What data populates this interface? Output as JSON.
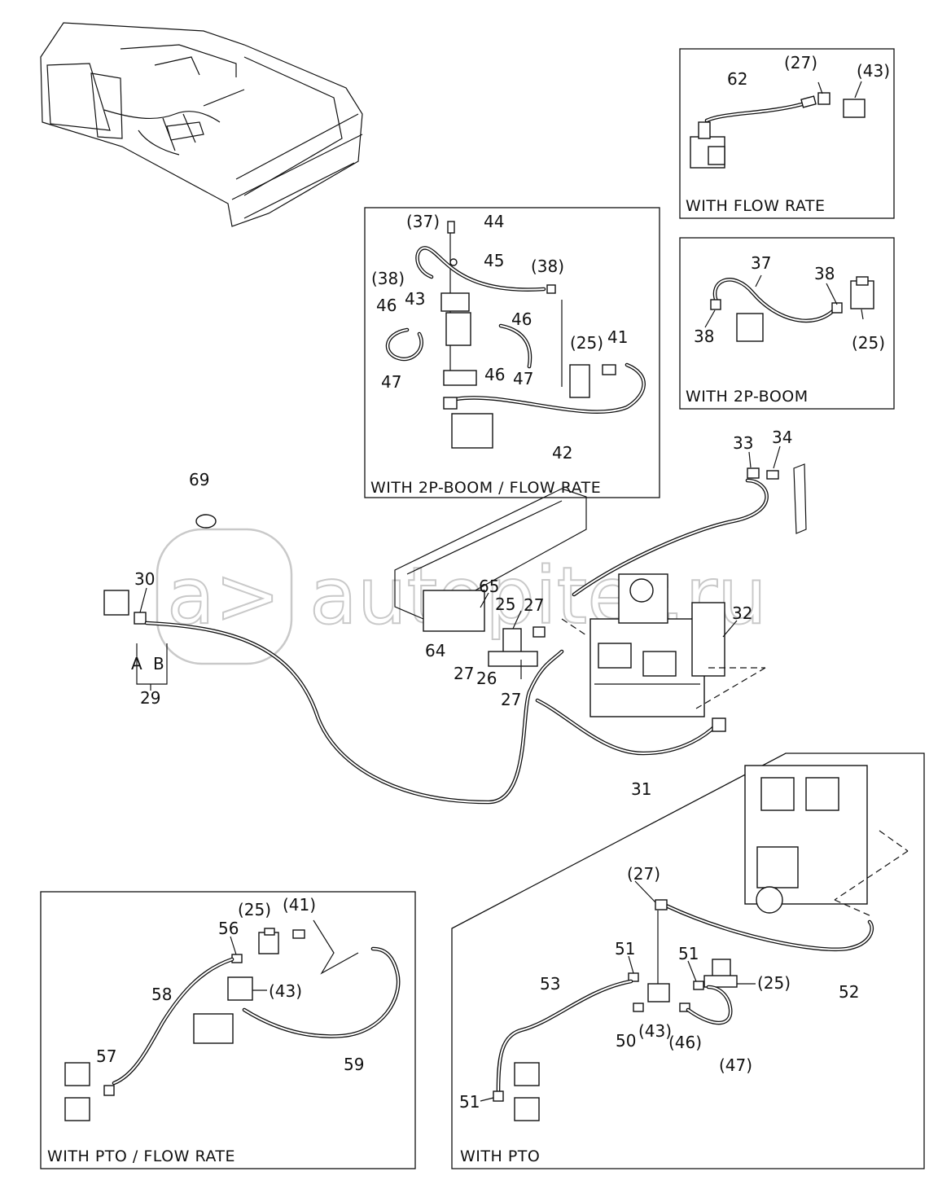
{
  "watermark": {
    "text": "autopiter.ru",
    "logo_text": "a>"
  },
  "panels": {
    "flow_rate": {
      "caption": "WITH  FLOW RATE",
      "labels": {
        "p62": "62",
        "p27": "(27)",
        "p43": "(43)"
      }
    },
    "two_p_boom": {
      "caption": "WITH  2P-BOOM",
      "labels": {
        "p37": "37",
        "p38a": "38",
        "p38b": "38",
        "p25": "(25)"
      }
    },
    "two_p_boom_flow": {
      "caption": "WITH  2P-BOOM / FLOW RATE",
      "labels": {
        "p37": "(37)",
        "p44": "44",
        "p45": "45",
        "p38a": "(38)",
        "p38b": "(38)",
        "p43": "43",
        "p46a": "46",
        "p46b": "46",
        "p46c": "46",
        "p47a": "47",
        "p47b": "47",
        "p25": "(25)",
        "p41": "41",
        "p42": "42"
      }
    },
    "pto_flow": {
      "caption": "WITH  PTO / FLOW RATE",
      "labels": {
        "p25": "(25)",
        "p41": "(41)",
        "p56": "56",
        "p43": "(43)",
        "p58": "58",
        "p59": "59",
        "p57": "57"
      }
    },
    "pto": {
      "caption": "WITH  PTO",
      "labels": {
        "p27": "(27)",
        "p51a": "51",
        "p51b": "51",
        "p51c": "51",
        "p25": "(25)",
        "p52": "52",
        "p53": "53",
        "p50": "50",
        "p43": "(43)",
        "p46": "(46)",
        "p47": "(47)"
      }
    }
  },
  "main": {
    "labels": {
      "p69": "69",
      "p30": "30",
      "pA": "A",
      "pB": "B",
      "p29": "29",
      "p65": "65",
      "p25": "25",
      "p27a": "27",
      "p27b": "27",
      "p27c": "27",
      "p26": "26",
      "p64": "64",
      "p31": "31",
      "p32": "32",
      "p33": "33",
      "p34": "34"
    }
  }
}
